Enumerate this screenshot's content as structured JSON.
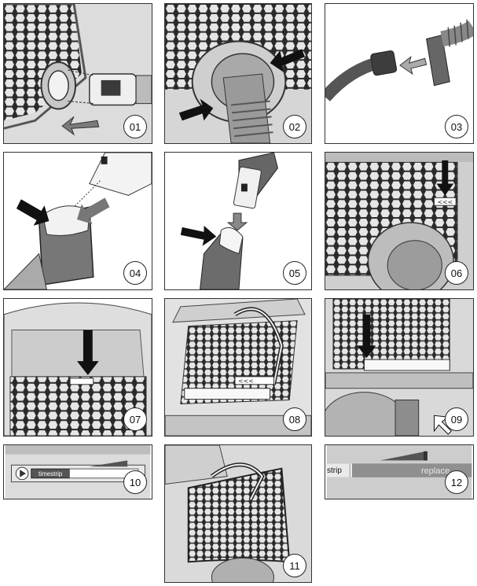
{
  "steps": [
    {
      "number": "01"
    },
    {
      "number": "02"
    },
    {
      "number": "03"
    },
    {
      "number": "04"
    },
    {
      "number": "05"
    },
    {
      "number": "06"
    },
    {
      "number": "07"
    },
    {
      "number": "08"
    },
    {
      "number": "09"
    },
    {
      "number": "10",
      "indicator_label": "timestrip"
    },
    {
      "number": "11"
    },
    {
      "number": "12",
      "left_label": "strip",
      "right_label": "replace"
    }
  ]
}
